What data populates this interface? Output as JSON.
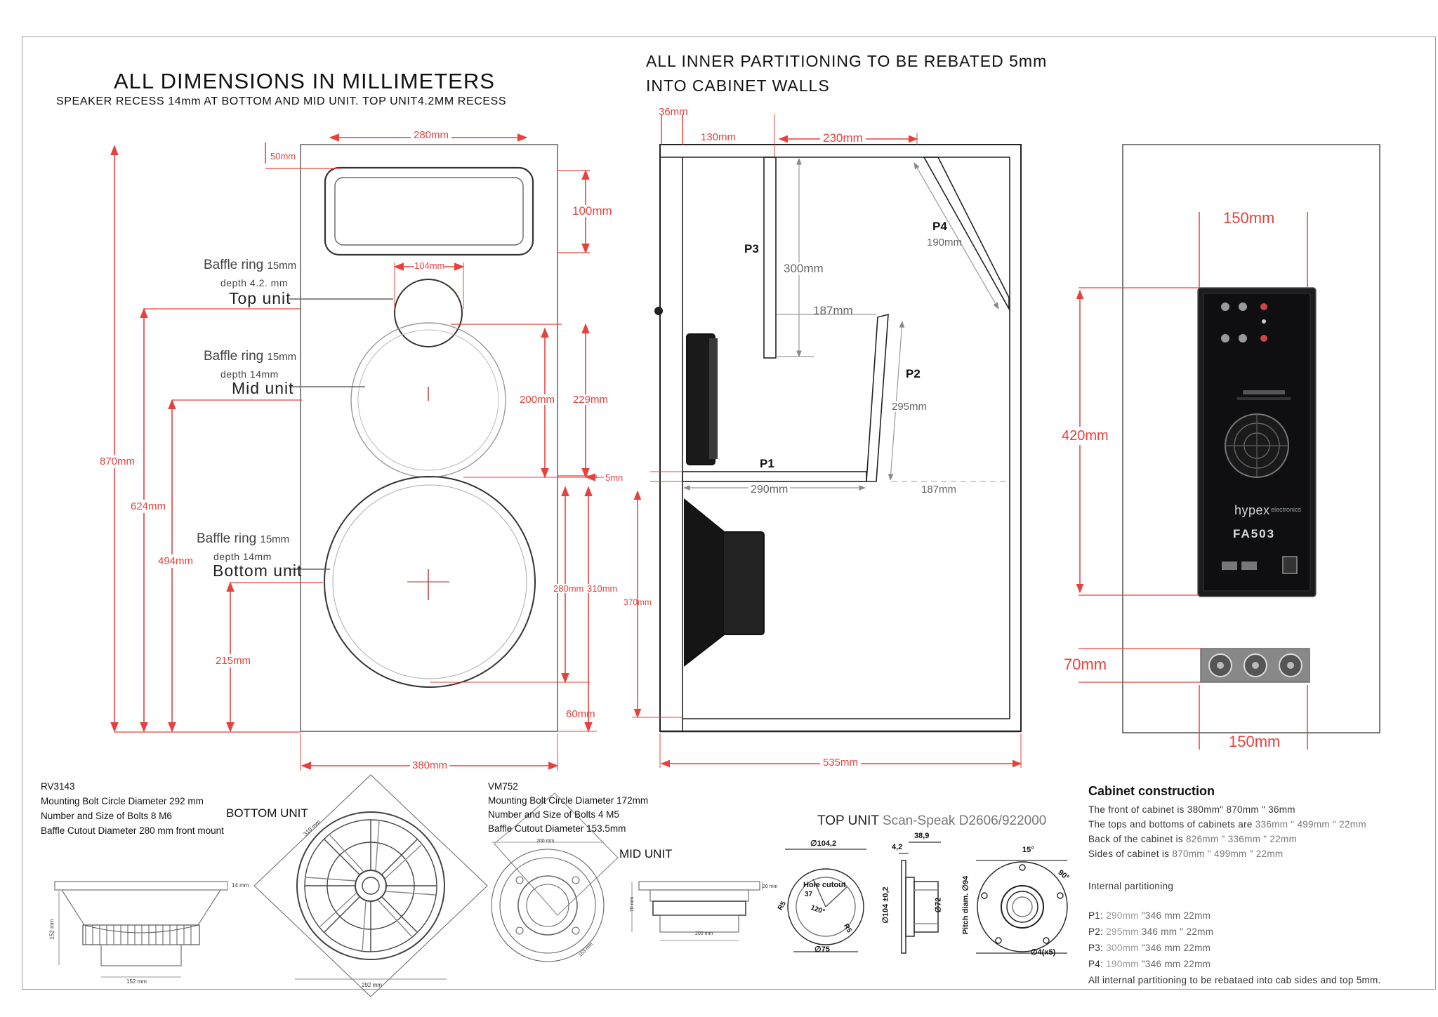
{
  "headers": {
    "main_title": "ALL DIMENSIONS IN MILLIMETERS",
    "main_subtitle": "SPEAKER RECESS 14mm AT BOTTOM AND MID UNIT. TOP UNIT4.2MM RECESS",
    "partition_line1": "ALL INNER PARTITIONING TO BE REBATED 5mm",
    "partition_line2": "INTO CABINET WALLS"
  },
  "front_view": {
    "width_top": "280mm",
    "offset_top": "50mm",
    "port_height": "100mm",
    "top_ring_width": "104mm",
    "baffle_ring_top": "Baffle ring",
    "baffle_ring_top_size": "15mm",
    "depth_top": "depth 4.2. mm",
    "top_unit": "Top unit",
    "baffle_ring_mid": "Baffle ring",
    "baffle_ring_mid_size": "15mm",
    "depth_mid": "depth 14mm",
    "mid_unit": "Mid unit",
    "baffle_ring_bottom": "Baffle ring",
    "baffle_ring_bottom_size": "15mm",
    "depth_bottom": "depth 14mm",
    "bottom_unit": "Bottom unit",
    "h_870": "870mm",
    "h_624": "624mm",
    "h_494": "494mm",
    "h_215": "215mm",
    "d_200": "200mm",
    "d_229": "229mm",
    "d_5": "5mn",
    "d_280": "280mm",
    "d_310": "310mm",
    "d_60": "60mm",
    "width_bottom": "380mm"
  },
  "side_view": {
    "d_36": "36mm",
    "d_130": "130mm",
    "d_230": "230mm",
    "d_300": "300mm",
    "d_187a": "187mm",
    "d_187b": "187mm",
    "d_190": "190mm",
    "d_295": "295mm",
    "d_290": "290mm",
    "d_370": "370mm",
    "d_535": "535mm",
    "p1": "P1",
    "p2": "P2",
    "p3": "P3",
    "p4": "P4"
  },
  "back_view": {
    "w_150_top": "150mm",
    "h_420": "420mm",
    "h_70": "70mm",
    "w_150_bottom": "150mm",
    "amp_brand": "hypex",
    "amp_brand_sub": "electronics",
    "amp_model": "FA503"
  },
  "bottom_unit_spec": {
    "model": "RV3143",
    "line1": "Mounting Bolt Circle Diameter 292 mm",
    "line2": "Number and Size of Bolts 8 M6",
    "line3": "Baffle Cutout Diameter 280 mm front mount",
    "title": "BOTTOM UNIT",
    "d_14": "14 mm",
    "d_152v": "152 mm",
    "d_152h": "152 mm",
    "d_310": "310 mm",
    "d_292": "292 mm"
  },
  "mid_unit_spec": {
    "model": "VM752",
    "line1": "Mounting Bolt Circle Diameter 172mm",
    "line2": "Number and Size of Bolts 4 M5",
    "line3": "Baffle Cutout Diameter 153.5mm",
    "title": "MID UNIT",
    "d_200a": "200 mm",
    "d_200b": "200 mm",
    "d_20": "20 mm",
    "d_70": "70 mm",
    "d_153": "153 mm"
  },
  "top_unit_spec": {
    "title": "TOP UNIT",
    "model": "Scan-Speak D2606/922000",
    "d_104_2": "∅104,2",
    "hole_cutout": "Hole cutout",
    "d_37": "37",
    "d_120": "120°",
    "r5a": "R5",
    "r5b": "R5",
    "d_75": "∅75",
    "d_4_2": "4,2",
    "d_38_9": "38,9",
    "d_104_02": "∅104 ±0,2",
    "d_72": "∅72",
    "pitch": "Pitch diam. ∅94",
    "d_15": "15°",
    "d_90": "90°",
    "d_4x5": "∅4(x5)"
  },
  "cabinet_construction": {
    "title": "Cabinet construction",
    "l1a": "The front of cabinet is ",
    "l1b": "380mm\" 870mm \" 36mm",
    "l2a": "The tops and bottoms of cabinets are ",
    "l2b": "336mm \" 499mm \" 22mm",
    "l3a": "Back of the cabinet is ",
    "l3b": "826mm \" 336mm \" 22mm",
    "l4a": "Sides of cabinet is ",
    "l4b": "870mm \" 499mm \" 22mm",
    "internal": "Internal partitioning",
    "p1a": "P1: ",
    "p1b": "290mm",
    "p1c": " \"346 mm  22mm",
    "p2a": "P2: ",
    "p2b": "295mm",
    "p2c": "  346 mm \" 22mm",
    "p3a": "P3: ",
    "p3b": "300mm",
    "p3c": " \"346 mm  22mm",
    "p4a": "P4: ",
    "p4b": "190mm",
    "p4c": " \"346 mm  22mm",
    "note": "All internal partitioning to be rebataed into cab sides and top 5mm."
  },
  "colors": {
    "dimension": "#e8413d",
    "line": "#333333",
    "amp": "#1c1c1e"
  }
}
